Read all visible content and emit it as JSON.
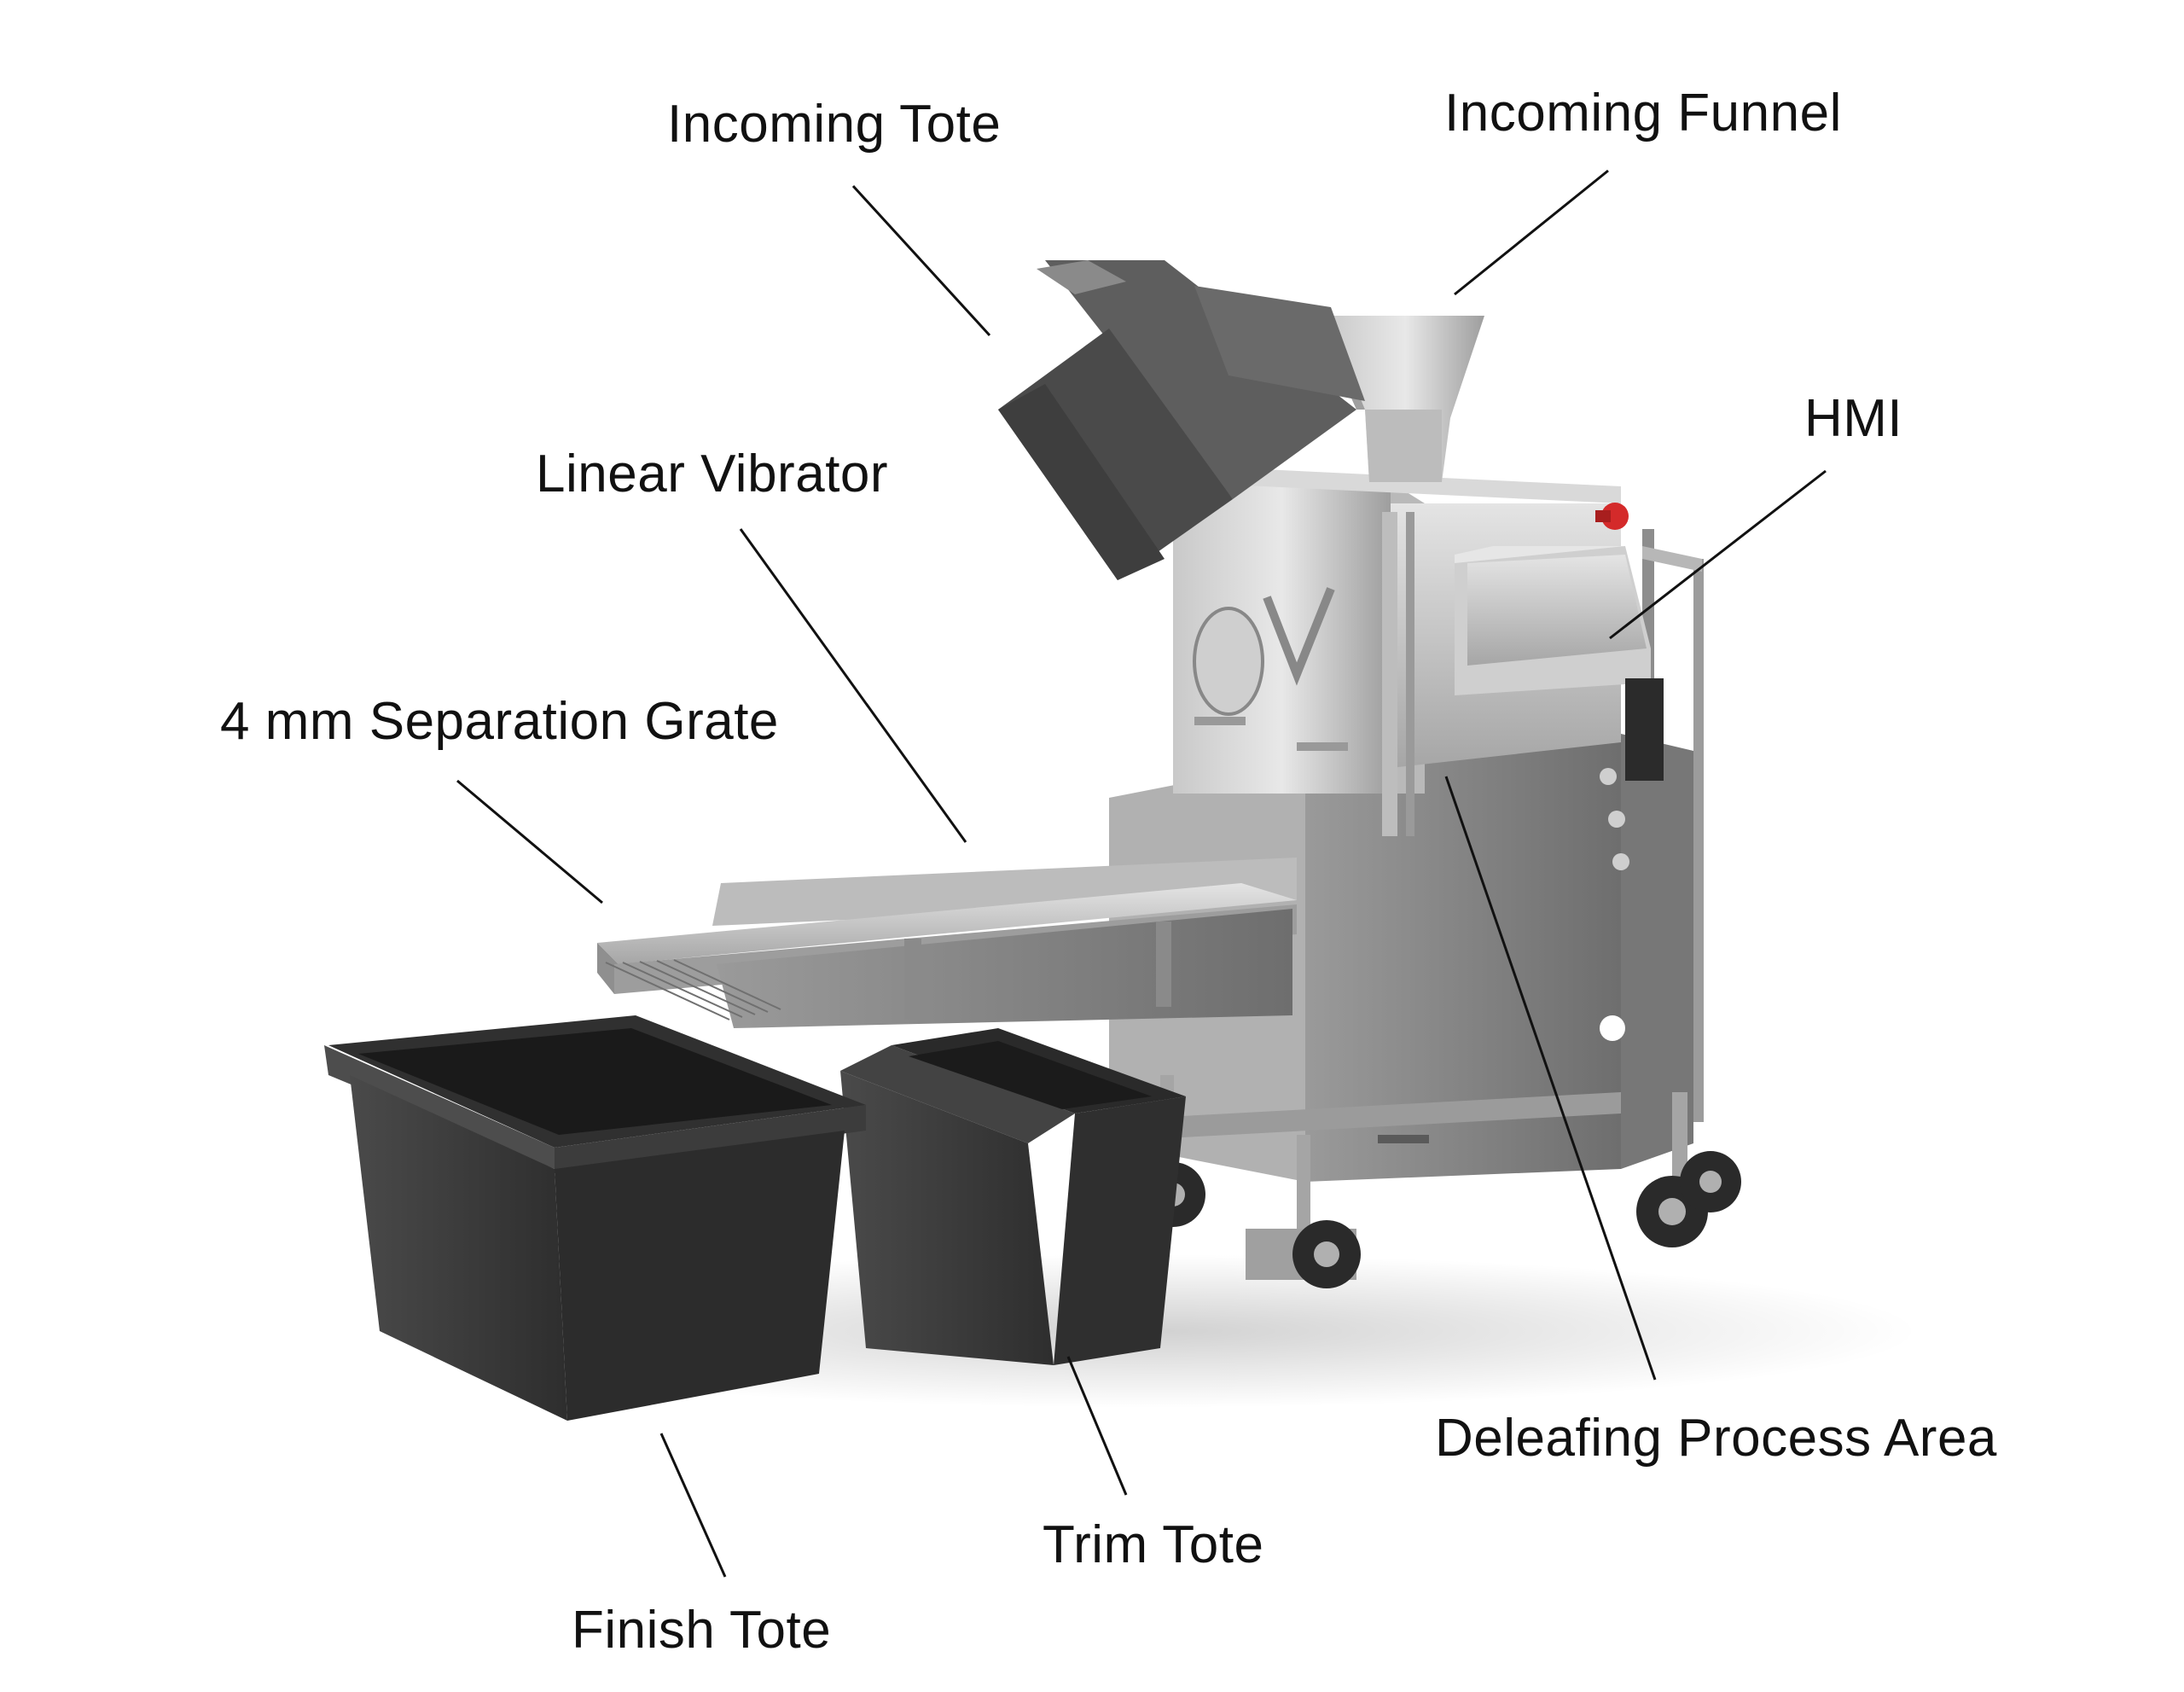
{
  "labels": {
    "incoming_tote": "Incoming Tote",
    "incoming_funnel": "Incoming Funnel",
    "hmi": "HMI",
    "linear_vibrator": "Linear Vibrator",
    "separation_grate": "4 mm Separation Grate",
    "deleafing_area": "Deleafing Process Area",
    "trim_tote": "Trim Tote",
    "finish_tote": "Finish Tote"
  },
  "colors": {
    "steel_light": "#d4d4d4",
    "steel_mid": "#a9a9a9",
    "steel_dark": "#7c7c7c",
    "tote": "#3d3d3d",
    "tote_inner": "#1f1f1f",
    "leader_line": "#111111",
    "estop": "#d42a2a"
  }
}
